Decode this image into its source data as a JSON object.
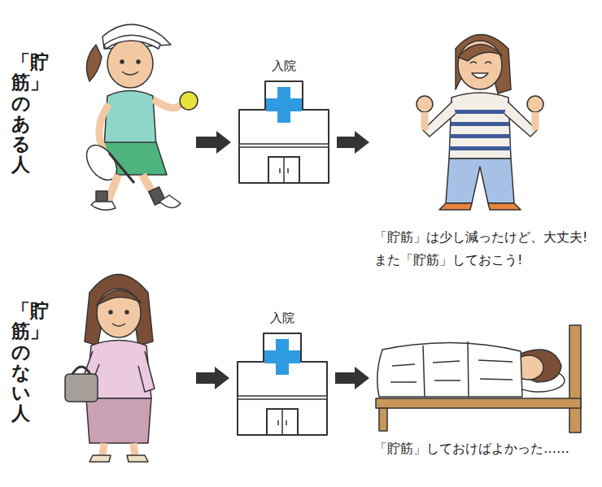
{
  "diagram": {
    "nodes": [
      {
        "text": [
          "「貯筋」のある人"
        ]
      },
      {
        "text": [
          "入院"
        ]
      },
      {
        "text": [
          "「貯筋」は少し減ったけど、大丈夫! また「貯筋」しておこう!"
        ]
      },
      {
        "text": [
          "「貯筋」のない人"
        ]
      },
      {
        "text": [
          "入院"
        ]
      },
      {
        "text": [
          "「貯筋」しておけばよかった……"
        ]
      }
    ],
    "edges": [
      {
        "from": 0,
        "to": 1,
        "arrow": "to"
      },
      {
        "from": 1,
        "to": 2,
        "arrow": "to"
      },
      {
        "from": 3,
        "to": 4,
        "arrow": "to"
      },
      {
        "from": 4,
        "to": 5,
        "arrow": "to"
      }
    ]
  }
}
